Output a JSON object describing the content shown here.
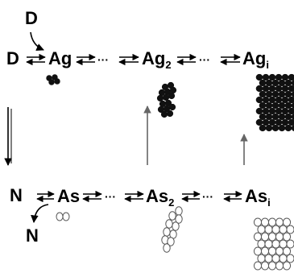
{
  "diagram": {
    "top_row": {
      "incoming_label": "D",
      "side_label": "D",
      "monomer": {
        "base": "Ag",
        "sub": ""
      },
      "dimer": {
        "base": "Ag",
        "sub": "2"
      },
      "oligomer": {
        "base": "Ag",
        "sub": "i"
      },
      "ellipsis": [
        "···",
        "···"
      ]
    },
    "bottom_row": {
      "side_label": "N",
      "incoming_label": "N",
      "monomer": {
        "base": "As",
        "sub": ""
      },
      "dimer": {
        "base": "As",
        "sub": "2"
      },
      "oligomer": {
        "base": "As",
        "sub": "i"
      },
      "ellipsis": [
        "···",
        "···"
      ]
    },
    "colors": {
      "ink": "#000000",
      "filled_particle": "#111111",
      "hollow_particle": "#ffffff",
      "arrow_gray": "#666666"
    },
    "particle_styles": {
      "top_row": "filled",
      "bottom_row": "hollow"
    }
  }
}
